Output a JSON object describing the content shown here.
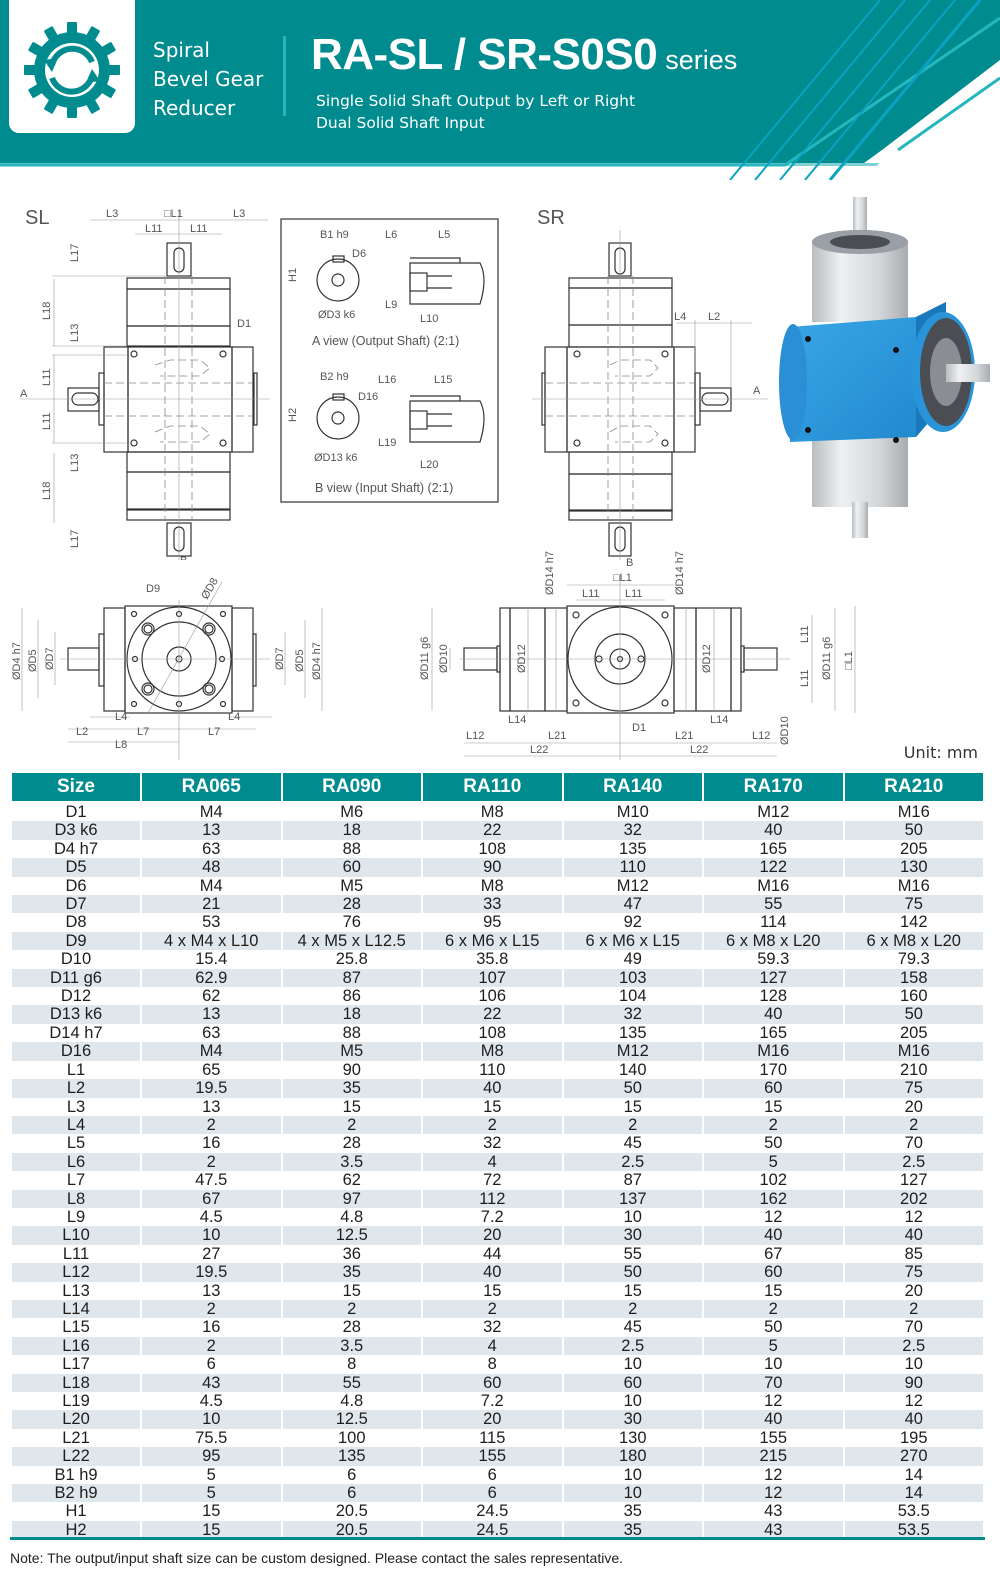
{
  "header": {
    "category_lines": [
      "Spiral",
      "Bevel Gear",
      "Reducer"
    ],
    "series_title": "RA-SL / SR-S0S0",
    "series_suffix": "series",
    "subtitle_lines": [
      "Single Solid Shaft Output by Left or Right",
      "Dual Solid Shaft Input"
    ],
    "logo_icon": "gear-with-refresh-arrows-icon",
    "colors": {
      "primary": "#008b8f",
      "accent": "#24b7bd",
      "stripe": "#0aa3c2"
    }
  },
  "drawings": {
    "sl_view": {
      "label": "SL",
      "dims": [
        "L3",
        "□L1",
        "L3",
        "L11",
        "L11",
        "L17",
        "L18",
        "L13",
        "D1",
        "L11",
        "L11",
        "L13",
        "L18",
        "L17",
        "A",
        "B"
      ]
    },
    "detail_box": {
      "a_view": {
        "caption": "A view (Output Shaft) (2:1)",
        "dims": [
          "B1 h9",
          "D6",
          "H1",
          "ØD3 k6",
          "L6",
          "L5",
          "L9",
          "L10"
        ]
      },
      "b_view": {
        "caption": "B view (Input Shaft) (2:1)",
        "dims": [
          "B2 h9",
          "D16",
          "H2",
          "ØD13 k6",
          "L16",
          "L15",
          "L19",
          "L20"
        ]
      }
    },
    "sr_view": {
      "label": "SR",
      "dims": [
        "L4",
        "L2",
        "A"
      ]
    },
    "front_view": {
      "dims": [
        "D9",
        "ØD8",
        "ØD4 h7",
        "ØD5",
        "ØD7",
        "ØD7",
        "ØD5",
        "ØD4 h7",
        "L4",
        "L4",
        "L2",
        "L7",
        "L7",
        "L8"
      ]
    },
    "side_view": {
      "dims": [
        "ØD14 h7",
        "ØD14 h7",
        "□L1",
        "L11",
        "L11",
        "ØD11 g6",
        "ØD10",
        "ØD12",
        "ØD12",
        "L11",
        "L11",
        "ØD11 g6",
        "□L1",
        "L14",
        "L14",
        "D1",
        "L12",
        "L21",
        "L21",
        "L12",
        "L22",
        "L22",
        "ØD10",
        "B"
      ]
    },
    "product_photo": "spiral-bevel-gear-reducer-3d-render"
  },
  "unit_label": "Unit: mm",
  "table": {
    "headers": [
      "Size",
      "RA065",
      "RA090",
      "RA110",
      "RA140",
      "RA170",
      "RA210"
    ],
    "rows": [
      [
        "D1",
        "M4",
        "M6",
        "M8",
        "M10",
        "M12",
        "M16"
      ],
      [
        "D3 k6",
        "13",
        "18",
        "22",
        "32",
        "40",
        "50"
      ],
      [
        "D4 h7",
        "63",
        "88",
        "108",
        "135",
        "165",
        "205"
      ],
      [
        "D5",
        "48",
        "60",
        "90",
        "110",
        "122",
        "130"
      ],
      [
        "D6",
        "M4",
        "M5",
        "M8",
        "M12",
        "M16",
        "M16"
      ],
      [
        "D7",
        "21",
        "28",
        "33",
        "47",
        "55",
        "75"
      ],
      [
        "D8",
        "53",
        "76",
        "95",
        "92",
        "114",
        "142"
      ],
      [
        "D9",
        "4 x M4 x L10",
        "4 x M5 x L12.5",
        "6 x M6 x L15",
        "6 x M6 x L15",
        "6 x M8 x L20",
        "6 x M8 x L20"
      ],
      [
        "D10",
        "15.4",
        "25.8",
        "35.8",
        "49",
        "59.3",
        "79.3"
      ],
      [
        "D11 g6",
        "62.9",
        "87",
        "107",
        "103",
        "127",
        "158"
      ],
      [
        "D12",
        "62",
        "86",
        "106",
        "104",
        "128",
        "160"
      ],
      [
        "D13 k6",
        "13",
        "18",
        "22",
        "32",
        "40",
        "50"
      ],
      [
        "D14 h7",
        "63",
        "88",
        "108",
        "135",
        "165",
        "205"
      ],
      [
        "D16",
        "M4",
        "M5",
        "M8",
        "M12",
        "M16",
        "M16"
      ],
      [
        "L1",
        "65",
        "90",
        "110",
        "140",
        "170",
        "210"
      ],
      [
        "L2",
        "19.5",
        "35",
        "40",
        "50",
        "60",
        "75"
      ],
      [
        "L3",
        "13",
        "15",
        "15",
        "15",
        "15",
        "20"
      ],
      [
        "L4",
        "2",
        "2",
        "2",
        "2",
        "2",
        "2"
      ],
      [
        "L5",
        "16",
        "28",
        "32",
        "45",
        "50",
        "70"
      ],
      [
        "L6",
        "2",
        "3.5",
        "4",
        "2.5",
        "5",
        "2.5"
      ],
      [
        "L7",
        "47.5",
        "62",
        "72",
        "87",
        "102",
        "127"
      ],
      [
        "L8",
        "67",
        "97",
        "112",
        "137",
        "162",
        "202"
      ],
      [
        "L9",
        "4.5",
        "4.8",
        "7.2",
        "10",
        "12",
        "12"
      ],
      [
        "L10",
        "10",
        "12.5",
        "20",
        "30",
        "40",
        "40"
      ],
      [
        "L11",
        "27",
        "36",
        "44",
        "55",
        "67",
        "85"
      ],
      [
        "L12",
        "19.5",
        "35",
        "40",
        "50",
        "60",
        "75"
      ],
      [
        "L13",
        "13",
        "15",
        "15",
        "15",
        "15",
        "20"
      ],
      [
        "L14",
        "2",
        "2",
        "2",
        "2",
        "2",
        "2"
      ],
      [
        "L15",
        "16",
        "28",
        "32",
        "45",
        "50",
        "70"
      ],
      [
        "L16",
        "2",
        "3.5",
        "4",
        "2.5",
        "5",
        "2.5"
      ],
      [
        "L17",
        "6",
        "8",
        "8",
        "10",
        "10",
        "10"
      ],
      [
        "L18",
        "43",
        "55",
        "60",
        "60",
        "70",
        "90"
      ],
      [
        "L19",
        "4.5",
        "4.8",
        "7.2",
        "10",
        "12",
        "12"
      ],
      [
        "L20",
        "10",
        "12.5",
        "20",
        "30",
        "40",
        "40"
      ],
      [
        "L21",
        "75.5",
        "100",
        "115",
        "130",
        "155",
        "195"
      ],
      [
        "L22",
        "95",
        "135",
        "155",
        "180",
        "215",
        "270"
      ],
      [
        "B1 h9",
        "5",
        "6",
        "6",
        "10",
        "12",
        "14"
      ],
      [
        "B2 h9",
        "5",
        "6",
        "6",
        "10",
        "12",
        "14"
      ],
      [
        "H1",
        "15",
        "20.5",
        "24.5",
        "35",
        "43",
        "53.5"
      ],
      [
        "H2",
        "15",
        "20.5",
        "24.5",
        "35",
        "43",
        "53.5"
      ]
    ]
  },
  "note": "Note: The output/input shaft size can be custom designed. Please contact the sales representative."
}
